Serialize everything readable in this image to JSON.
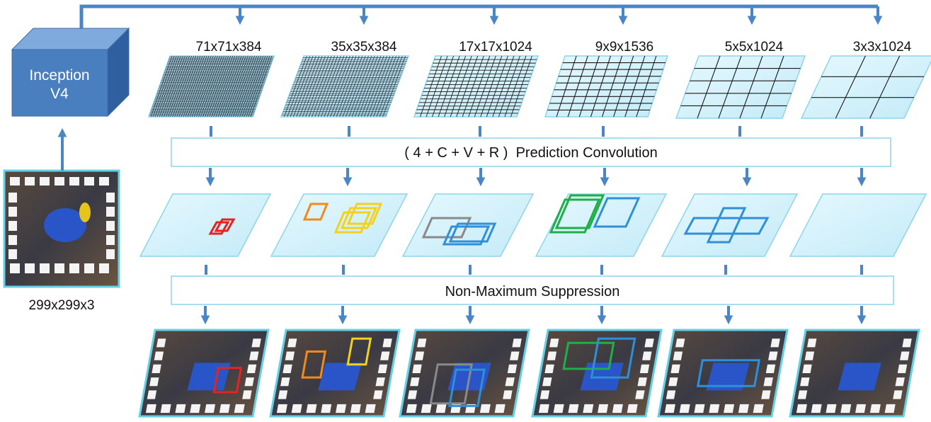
{
  "backbone": {
    "line1": "Inception",
    "line2": "V4",
    "input_label": "299x299x3",
    "input_image": "input-photo-thumbnail"
  },
  "feature_maps": [
    {
      "label": "71x71x384",
      "grid": 71
    },
    {
      "label": "35x35x384",
      "grid": 35
    },
    {
      "label": "17x17x1024",
      "grid": 17
    },
    {
      "label": "9x9x1536",
      "grid": 9
    },
    {
      "label": "5x5x1024",
      "grid": 5
    },
    {
      "label": "3x3x1024",
      "grid": 3
    }
  ],
  "prediction_stage": {
    "label": "( 4 + C + V + R )  Prediction Convolution"
  },
  "nms_stage": {
    "label": "Non-Maximum Suppression"
  },
  "colors": {
    "arrow": "#4a86c5",
    "cube_front": "#4a7fbf",
    "cube_top": "#7eaadd",
    "cube_side": "#2f5f9e",
    "plane_fill": "#d5f1fb",
    "plane_edge": "#8fd4ea",
    "box_red": "#e52421",
    "box_orange": "#f08a1c",
    "box_yellow": "#f3d21f",
    "box_gray": "#8a8a8a",
    "box_blue": "#2f8fd8",
    "box_green": "#1fae48",
    "photo_frame": "#63d0e8"
  }
}
